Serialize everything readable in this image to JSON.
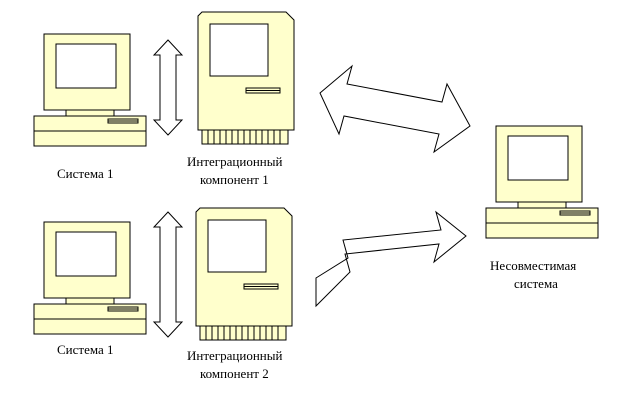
{
  "diagram": {
    "label_system_top": "Система 1",
    "label_system_bottom": "Система 1",
    "label_component_top_line1": "Интеграционный",
    "label_component_top_line2": "компонент 1",
    "label_component_bottom_line1": "Интеграционный",
    "label_component_bottom_line2": "компонент 2",
    "label_incompatible_line1": "Несовместимая",
    "label_incompatible_line2": "система",
    "fill_color": "#ffffcc"
  }
}
